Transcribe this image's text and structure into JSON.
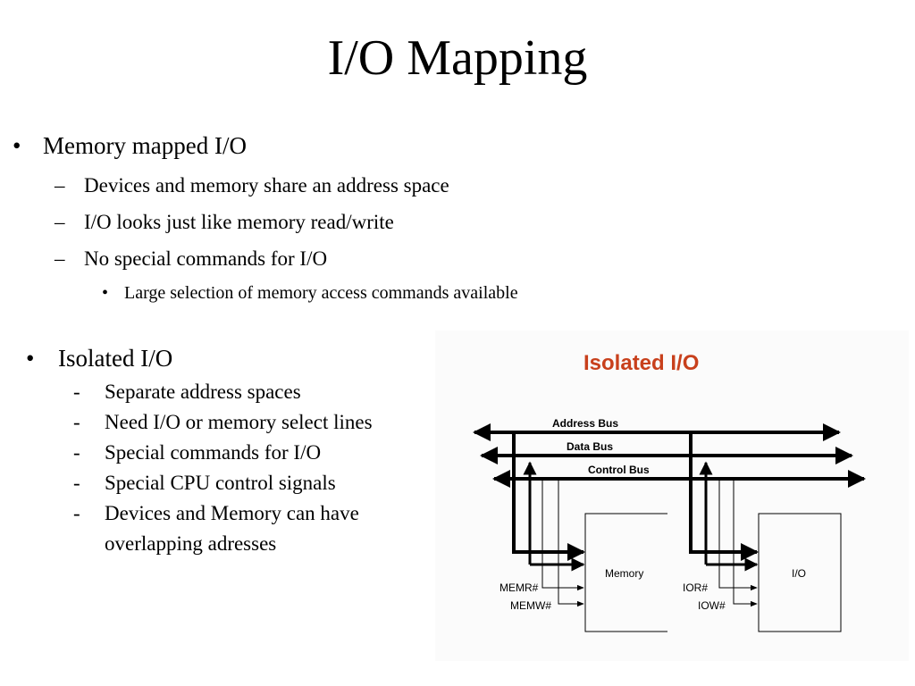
{
  "slide": {
    "title": "I/O Mapping",
    "section1": {
      "heading": "Memory mapped I/O",
      "items": [
        "Devices and memory share an address space",
        "I/O looks just like memory read/write",
        "No special commands for I/O"
      ],
      "subitems": [
        "Large selection of memory access commands available"
      ]
    },
    "section2": {
      "heading": "Isolated I/O",
      "items": [
        "Separate address spaces",
        "Need I/O or memory select lines",
        "Special commands for I/O",
        "Special CPU control signals",
        "Devices and Memory can have",
        "overlapping adresses"
      ]
    },
    "bullet_chars": {
      "dot": "•",
      "endash": "–",
      "dash": "-"
    }
  },
  "diagram": {
    "title": "Isolated I/O",
    "title_color": "#c8401c",
    "bus_labels": [
      "Address Bus",
      "Data Bus",
      "Control Bus"
    ],
    "memory_label": "Memory",
    "io_label": "I/O",
    "signals": {
      "memr": "MEMR#",
      "memw": "MEMW#",
      "ior": "IOR#",
      "iow": "IOW#"
    }
  }
}
